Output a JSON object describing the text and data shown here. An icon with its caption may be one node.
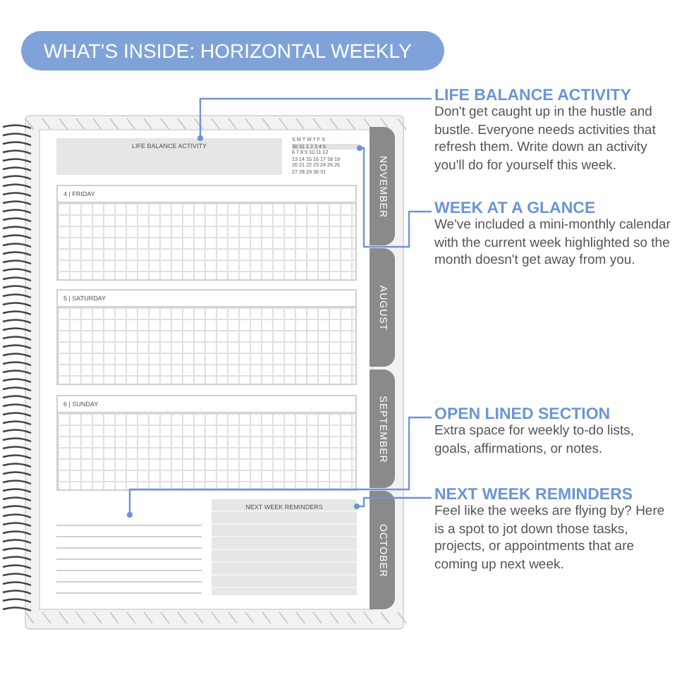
{
  "diagram": {
    "title": "WHAT’S INSIDE: HORIZONTAL WEEKLY",
    "nodes": [
      {
        "text": [
          "LIFE BALANCE ACTIVITY"
        ]
      },
      {
        "text": [
          "S M T W T F S",
          "30 31 1 2 3 4 5",
          "6 7 8 9 10 11 12",
          "13 14 15 16 17 18 19",
          "20 21 22 23 24 25 26",
          "27 28 29 30 31"
        ]
      },
      {
        "text": [
          "4 | FRIDAY"
        ]
      },
      {
        "text": [
          "5 | SATURDAY"
        ]
      },
      {
        "text": [
          "6 | SUNDAY"
        ]
      },
      {
        "text": [],
        "shape": "box"
      },
      {
        "text": [
          "NEXT WEEK REMINDERS"
        ]
      },
      {
        "text": [
          "NOVEMBER"
        ]
      },
      {
        "text": [
          "AUGUST"
        ]
      },
      {
        "text": [
          "SEPTEMBER"
        ]
      },
      {
        "text": [
          "OCTOBER"
        ]
      },
      {
        "text": [
          "LIFE BALANCE ACTIVITY",
          "Don't get caught up in the hustle and bustle. Everyone needs activities that refresh them. Write down an activity you'll do for yourself this week."
        ]
      },
      {
        "text": [
          "WEEK AT A GLANCE",
          "We've included a mini-monthly calendar with the current week highlighted so the month doesn't get away from you."
        ]
      },
      {
        "text": [
          "OPEN LINED SECTION",
          "Extra space for weekly to-do lists, goals, affirmations, or notes."
        ]
      },
      {
        "text": [
          "NEXT WEEK REMINDERS",
          "Feel like the weeks are flying by? Here is a spot to jot down those tasks, projects, or appointments that are coming up next week."
        ]
      }
    ],
    "edges": [
      {
        "from": 11,
        "to": 0,
        "arrow": "other"
      },
      {
        "from": 12,
        "to": 1,
        "arrow": "other"
      },
      {
        "from": 13,
        "to": 5,
        "arrow": "other"
      },
      {
        "from": 14,
        "to": 6,
        "arrow": "other"
      }
    ]
  }
}
